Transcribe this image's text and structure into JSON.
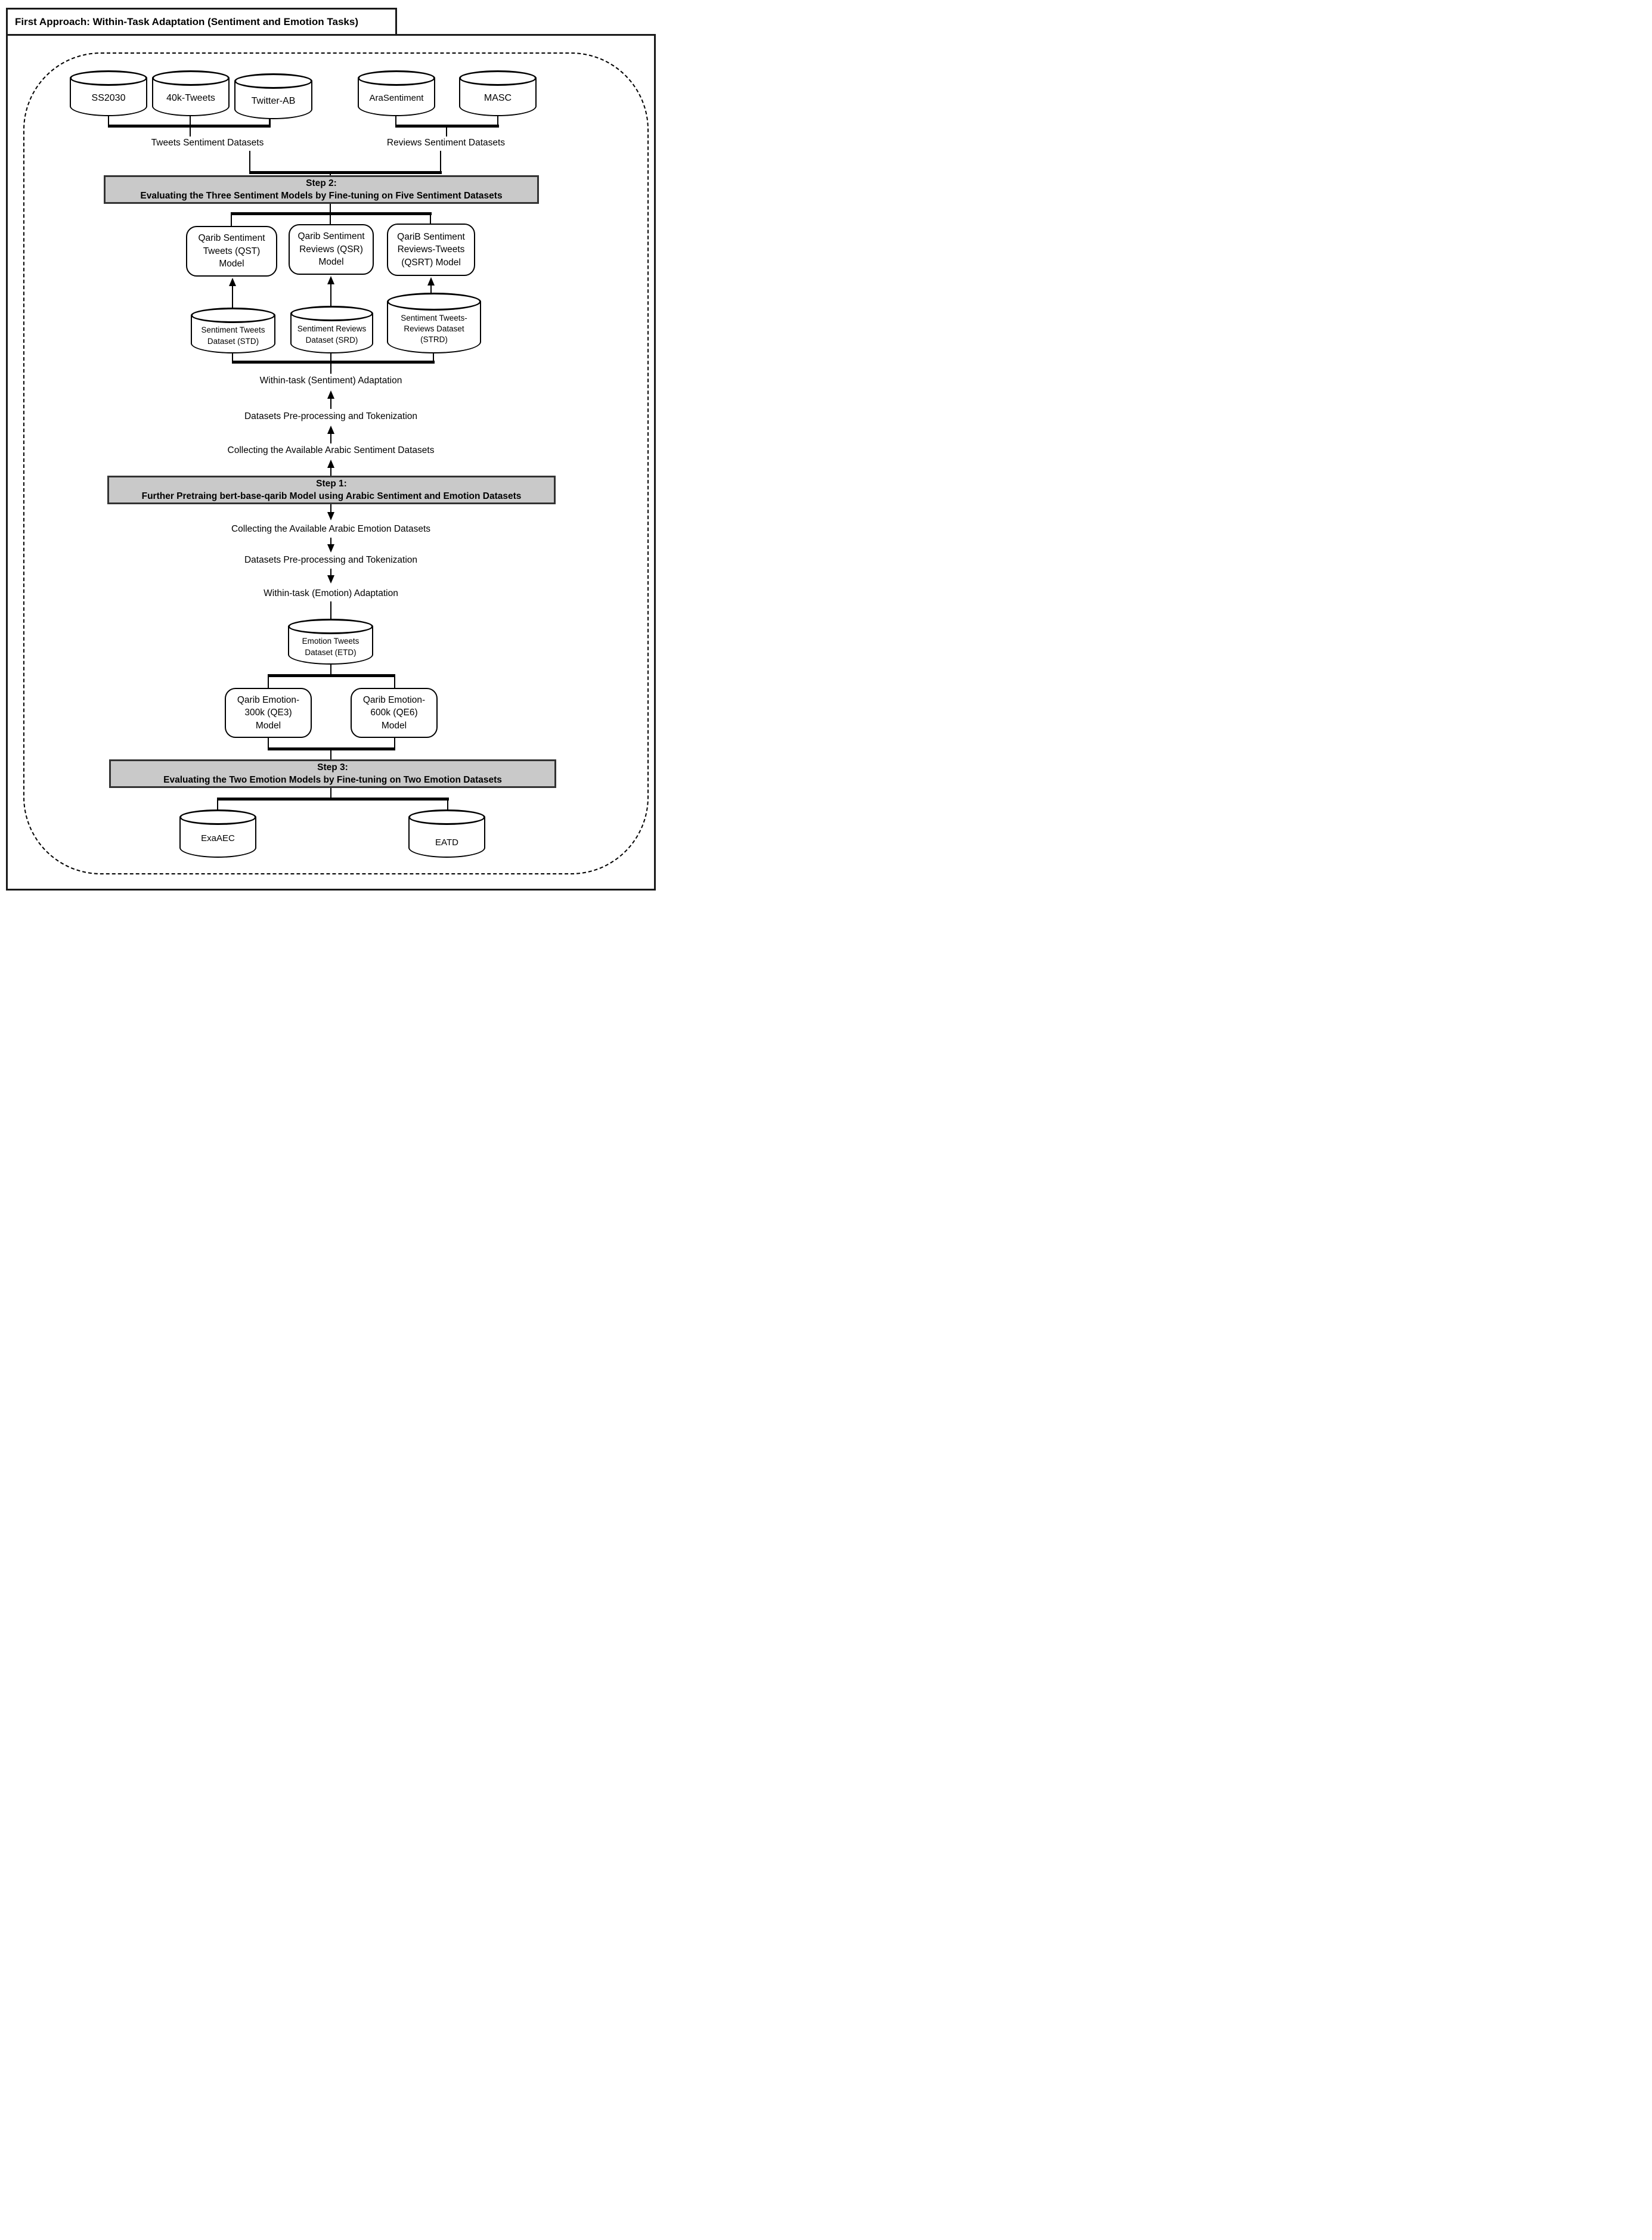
{
  "title": "First Approach: Within-Task Adaptation (Sentiment and Emotion Tasks)",
  "colors": {
    "step_fill": "#c9c9c9",
    "step_border": "#333333",
    "line": "#000000",
    "shape_fill": "#ffffff"
  },
  "source_groups": {
    "tweets": {
      "label": "Tweets Sentiment Datasets",
      "cylinders": {
        "ss2030": "SS2030",
        "tweets40k": "40k-Tweets",
        "twitter_ab": "Twitter-AB"
      }
    },
    "reviews": {
      "label": "Reviews Sentiment Datasets",
      "cylinders": {
        "arasentiment": "AraSentiment",
        "masc": "MASC"
      }
    }
  },
  "steps": {
    "step2": {
      "heading": "Step 2:",
      "description": "Evaluating the Three Sentiment Models by Fine-tuning on Five Sentiment Datasets"
    },
    "step1": {
      "heading": "Step 1:",
      "description": "Further Pretraing bert-base-qarib Model using Arabic Sentiment and Emotion Datasets"
    },
    "step3": {
      "heading": "Step 3:",
      "description": "Evaluating the Two Emotion Models by Fine-tuning on Two Emotion Datasets"
    }
  },
  "sentiment_models": {
    "qst": {
      "line1": "Qarib Sentiment",
      "line2": "Tweets (QST)",
      "line3": "Model"
    },
    "qsr": {
      "line1": "Qarib Sentiment",
      "line2": "Reviews (QSR)",
      "line3": "Model"
    },
    "qsrt": {
      "line1": "QariB Sentiment",
      "line2": "Reviews-Tweets",
      "line3": "(QSRT) Model"
    }
  },
  "sentiment_datasets": {
    "std": {
      "line1": "Sentiment Tweets",
      "line2": "Dataset (STD)"
    },
    "srd": {
      "line1": "Sentiment Reviews",
      "line2": "Dataset (SRD)"
    },
    "strd": {
      "line1": "Sentiment Tweets-",
      "line2": "Reviews Dataset",
      "line3": "(STRD)"
    }
  },
  "sentiment_flow": {
    "adaptation": "Within-task (Sentiment) Adaptation",
    "preprocessing": "Datasets Pre-processing and Tokenization",
    "collecting": "Collecting the Available Arabic Sentiment Datasets"
  },
  "emotion_flow": {
    "collecting": "Collecting the Available Arabic Emotion Datasets",
    "preprocessing": "Datasets Pre-processing and Tokenization",
    "adaptation": "Within-task (Emotion) Adaptation"
  },
  "emotion_dataset": {
    "etd": {
      "line1": "Emotion Tweets",
      "line2": "Dataset (ETD)"
    }
  },
  "emotion_models": {
    "qe3": {
      "line1": "Qarib Emotion-",
      "line2": "300k (QE3)",
      "line3": "Model"
    },
    "qe6": {
      "line1": "Qarib Emotion-",
      "line2": "600k (QE6)",
      "line3": "Model"
    }
  },
  "evaluation_datasets": {
    "exaaec": "ExaAEC",
    "eatd": "EATD"
  }
}
